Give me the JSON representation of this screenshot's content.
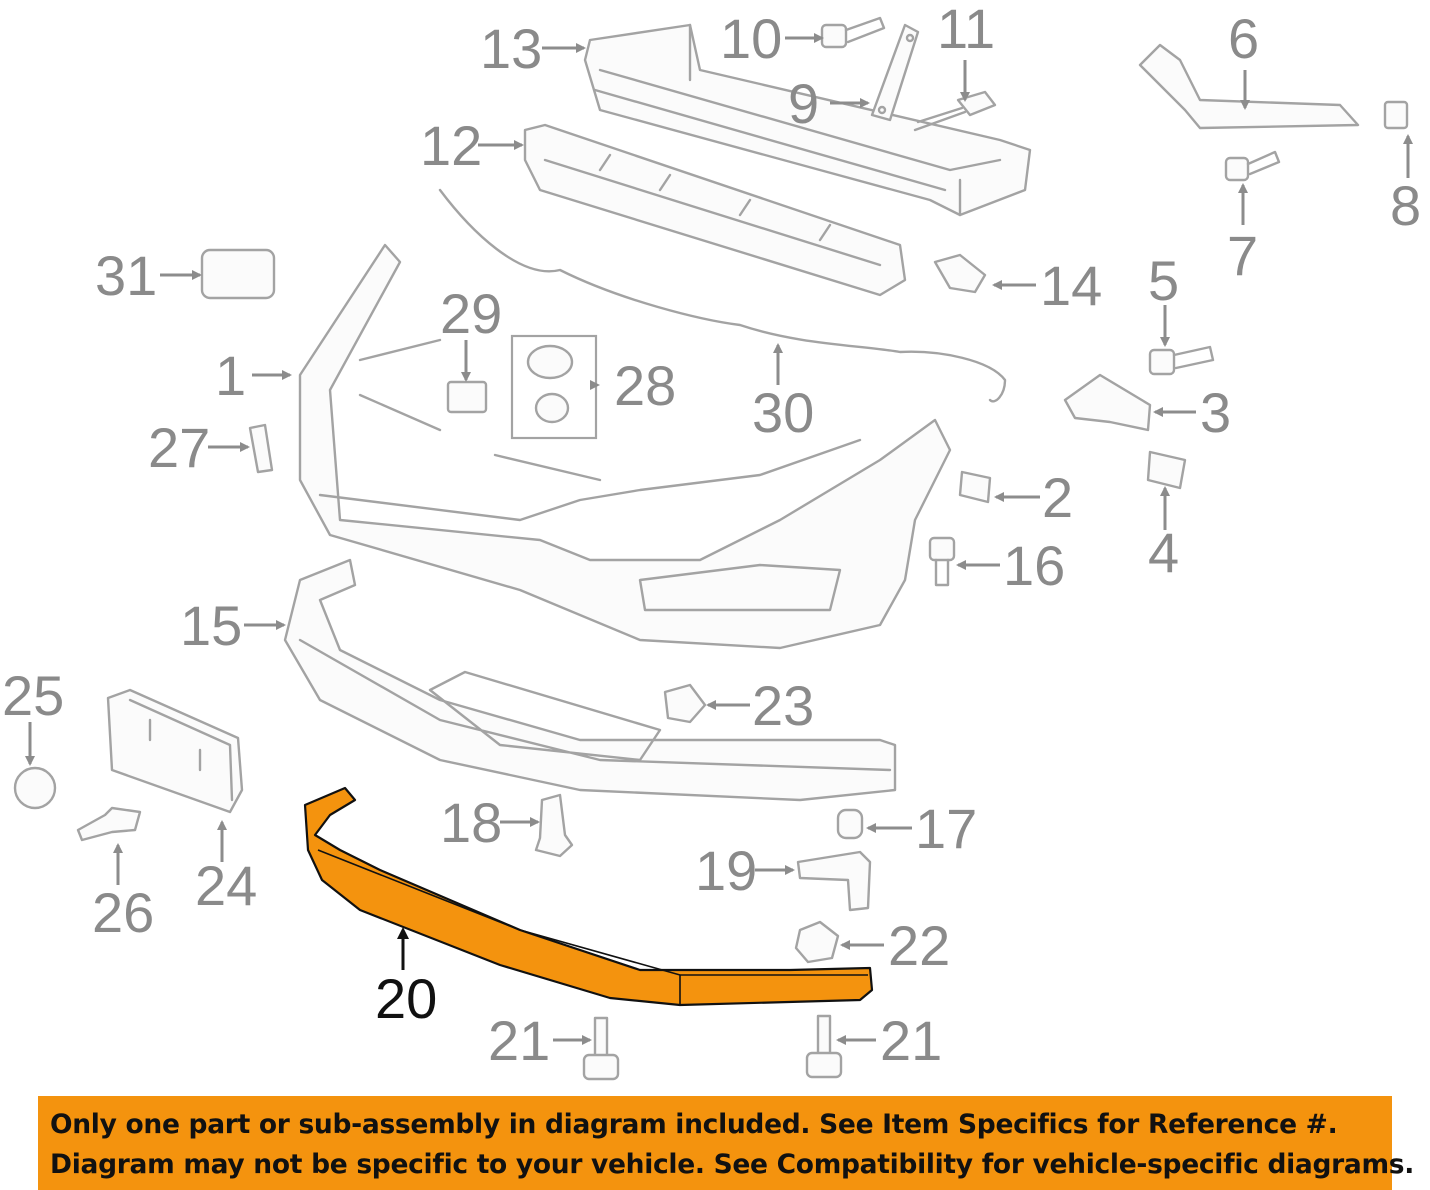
{
  "callouts": [
    {
      "id": "1",
      "label": "1"
    },
    {
      "id": "2",
      "label": "2"
    },
    {
      "id": "3",
      "label": "3"
    },
    {
      "id": "4",
      "label": "4"
    },
    {
      "id": "5",
      "label": "5"
    },
    {
      "id": "6",
      "label": "6"
    },
    {
      "id": "7",
      "label": "7"
    },
    {
      "id": "8",
      "label": "8"
    },
    {
      "id": "9",
      "label": "9"
    },
    {
      "id": "10",
      "label": "10"
    },
    {
      "id": "11",
      "label": "11"
    },
    {
      "id": "12",
      "label": "12"
    },
    {
      "id": "13",
      "label": "13"
    },
    {
      "id": "14",
      "label": "14"
    },
    {
      "id": "15",
      "label": "15"
    },
    {
      "id": "16",
      "label": "16"
    },
    {
      "id": "17",
      "label": "17"
    },
    {
      "id": "18",
      "label": "18"
    },
    {
      "id": "19",
      "label": "19"
    },
    {
      "id": "20",
      "label": "20"
    },
    {
      "id": "21a",
      "label": "21"
    },
    {
      "id": "21b",
      "label": "21"
    },
    {
      "id": "22",
      "label": "22"
    },
    {
      "id": "23",
      "label": "23"
    },
    {
      "id": "24",
      "label": "24"
    },
    {
      "id": "25",
      "label": "25"
    },
    {
      "id": "26",
      "label": "26"
    },
    {
      "id": "27",
      "label": "27"
    },
    {
      "id": "28",
      "label": "28"
    },
    {
      "id": "29",
      "label": "29"
    },
    {
      "id": "30",
      "label": "30"
    },
    {
      "id": "31",
      "label": "31"
    }
  ],
  "highlighted_part": "20",
  "colors": {
    "highlight": "#f4930e",
    "line_art": "#a3a3a3",
    "callout_text": "#8a8a8a",
    "active_callout_text": "#111111",
    "banner_background": "#f4930e"
  },
  "disclaimer": {
    "line1": "Only one part or sub-assembly in diagram included. See Item Specifics for Reference #.",
    "line2": "Diagram may not be specific to your vehicle. See Compatibility for vehicle-specific diagrams."
  }
}
